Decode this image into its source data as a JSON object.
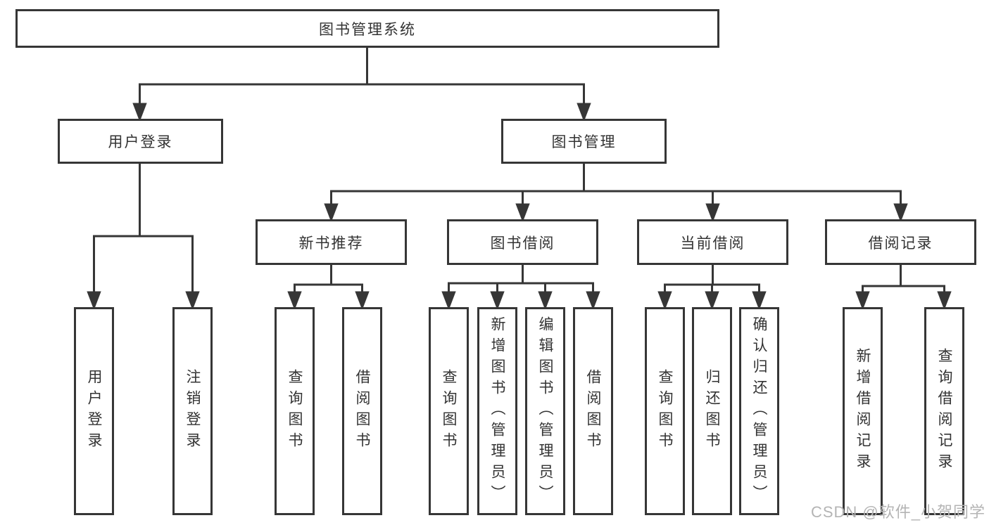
{
  "diagram": {
    "root": {
      "label": "图书管理系统"
    },
    "level1": [
      {
        "label": "用户登录"
      },
      {
        "label": "图书管理"
      }
    ],
    "level2": [
      {
        "label": "新书推荐"
      },
      {
        "label": "图书借阅"
      },
      {
        "label": "当前借阅"
      },
      {
        "label": "借阅记录"
      }
    ],
    "leaves": [
      {
        "label": "用户登录"
      },
      {
        "label": "注销登录"
      },
      {
        "label": "查询图书"
      },
      {
        "label": "借阅图书"
      },
      {
        "label": "查询图书"
      },
      {
        "label": "新增图书（管理员）"
      },
      {
        "label": "编辑图书（管理员）"
      },
      {
        "label": "借阅图书"
      },
      {
        "label": "查询图书"
      },
      {
        "label": "归还图书"
      },
      {
        "label": "确认归还（管理员）"
      },
      {
        "label": "新增借阅记录"
      },
      {
        "label": "查询借阅记录"
      }
    ]
  },
  "watermark": {
    "text": "CSDN @软件_小贺同学"
  },
  "colors": {
    "line": "#363636",
    "text": "#333333",
    "watermark": "#b4b4b4",
    "background": "#ffffff"
  }
}
